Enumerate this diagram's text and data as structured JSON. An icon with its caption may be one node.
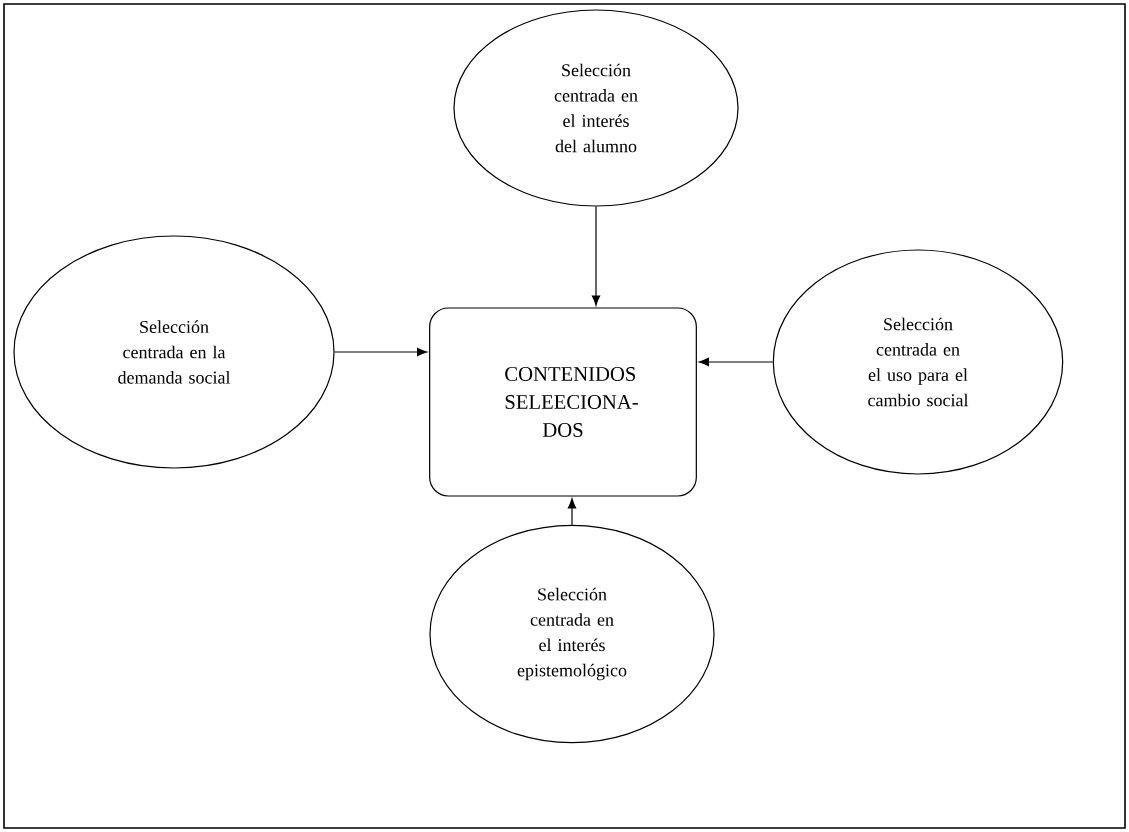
{
  "diagram": {
    "nodes": [
      {
        "text": [
          "Selección centrada en el interés del alumno"
        ]
      },
      {
        "text": [
          "Selección centrada en la demanda social"
        ]
      },
      {
        "text": [
          "CONTENIDOS SELEECIONA- DOS"
        ]
      },
      {
        "text": [
          "Selección centrada en el uso para el cambio social"
        ]
      },
      {
        "text": [
          "Selección centrada en el interés epistemológico"
        ]
      }
    ],
    "edges": [
      {
        "from": 0,
        "to": 2,
        "arrow": "to"
      },
      {
        "from": 1,
        "to": 2,
        "arrow": "to"
      },
      {
        "from": 3,
        "to": 2,
        "arrow": "to"
      },
      {
        "from": 4,
        "to": 2,
        "arrow": "to"
      }
    ]
  }
}
